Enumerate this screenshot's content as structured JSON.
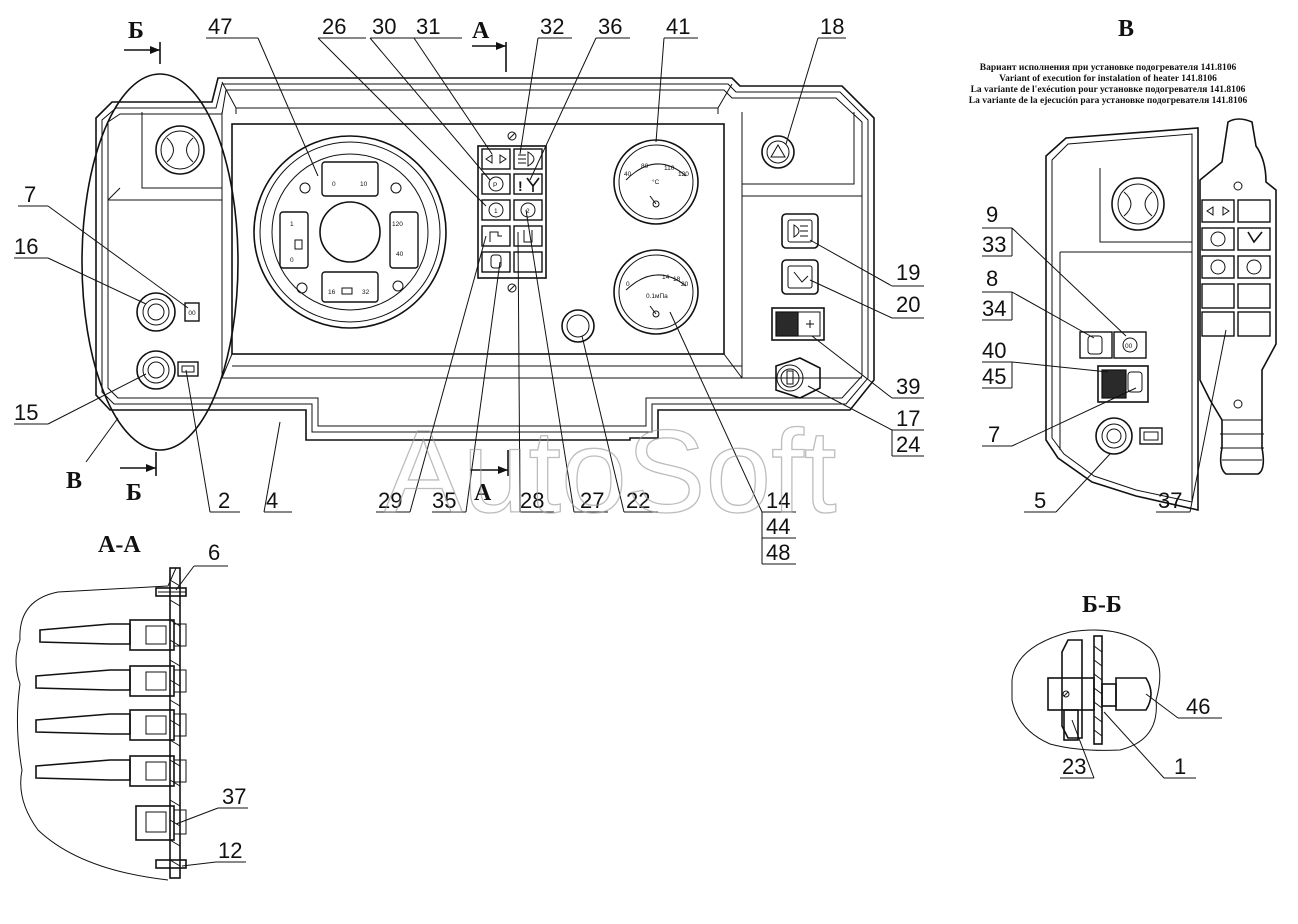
{
  "watermark": "AutoSoft",
  "sections": {
    "aa": "А-А",
    "bb": "Б-Б",
    "v": "В"
  },
  "cut_marks": {
    "b_top": "Б",
    "b_bottom": "Б",
    "a_top": "А",
    "a_bottom": "А",
    "v_mark": "В"
  },
  "heater_note": [
    "Вариант исполнения при установке подогревателя 141.8106",
    "Variant of execution for instalation of heater 141.8106",
    "La variante de l'exécution pour установке подогревателя 141.8106",
    "La variante de la ejecución para установке подогревателя 141.8106"
  ],
  "callouts": {
    "c47": "47",
    "c26": "26",
    "c30": "30",
    "c31": "31",
    "c32": "32",
    "c36": "36",
    "c41": "41",
    "c18": "18",
    "c7": "7",
    "c16": "16",
    "c15": "15",
    "c2": "2",
    "c4": "4",
    "c29": "29",
    "c35": "35",
    "c28": "28",
    "c27": "27",
    "c22": "22",
    "c14": "14",
    "c44": "44",
    "c48": "48",
    "c19": "19",
    "c20": "20",
    "c39": "39",
    "c17": "17",
    "c24": "24",
    "v9": "9",
    "v33": "33",
    "v8": "8",
    "v34": "34",
    "v40": "40",
    "v45": "45",
    "v7": "7",
    "v5": "5",
    "v37": "37",
    "a6": "6",
    "a37": "37",
    "a12": "12",
    "b46": "46",
    "b23": "23",
    "b1": "1"
  },
  "gauges": {
    "left_cluster": {
      "top_scale": [
        "0",
        "10"
      ],
      "left_scale": [
        "1",
        "0"
      ],
      "right_scale": [
        "120",
        "40"
      ],
      "bottom_scale": [
        "16",
        "32"
      ]
    },
    "temp": {
      "ticks": [
        "40",
        "80",
        "110",
        "120"
      ],
      "unit": "°C"
    },
    "pressure": {
      "ticks": [
        "0",
        "14",
        "18",
        "20"
      ],
      "unit": "0.1мПа"
    }
  },
  "keys": {
    "k1": "1",
    "k2": "2",
    "kp": "P",
    "ki": "!",
    "kbat": "⊟",
    "k00": "00",
    "k00b": "00"
  }
}
